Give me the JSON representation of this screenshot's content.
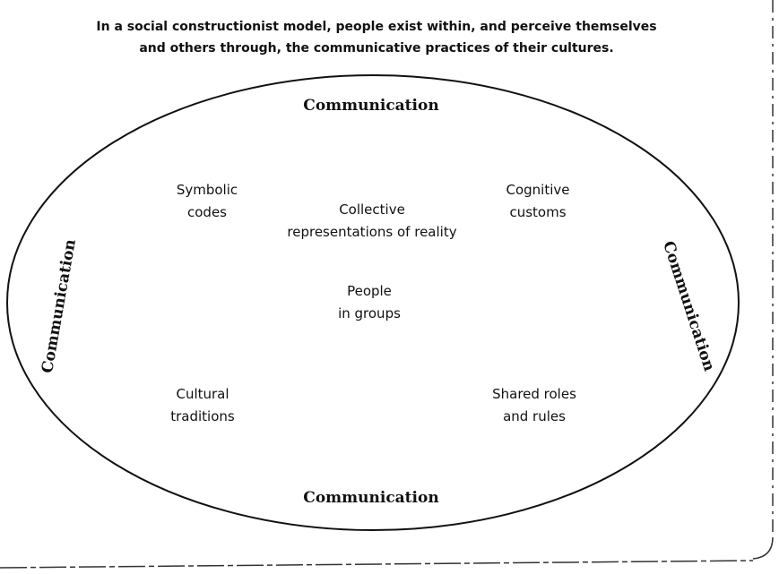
{
  "caption": {
    "line1": "In a social constructionist model, people exist within, and perceive themselves",
    "line2": "and others through, the communicative practices of their cultures."
  },
  "ring": {
    "top": "Communication",
    "bottom": "Communication",
    "left": "Communication",
    "right": "Communication"
  },
  "nodes": {
    "symbolic_codes": [
      "Symbolic",
      "codes"
    ],
    "collective": [
      "Collective",
      "representations of reality"
    ],
    "cognitive_customs": [
      "Cognitive",
      "customs"
    ],
    "people": [
      "People",
      "in groups"
    ],
    "cultural_traditions": [
      "Cultural",
      "traditions"
    ],
    "shared_roles": [
      "Shared roles",
      "and rules"
    ]
  },
  "colors": {
    "ink": "#111111",
    "background": "#ffffff"
  }
}
